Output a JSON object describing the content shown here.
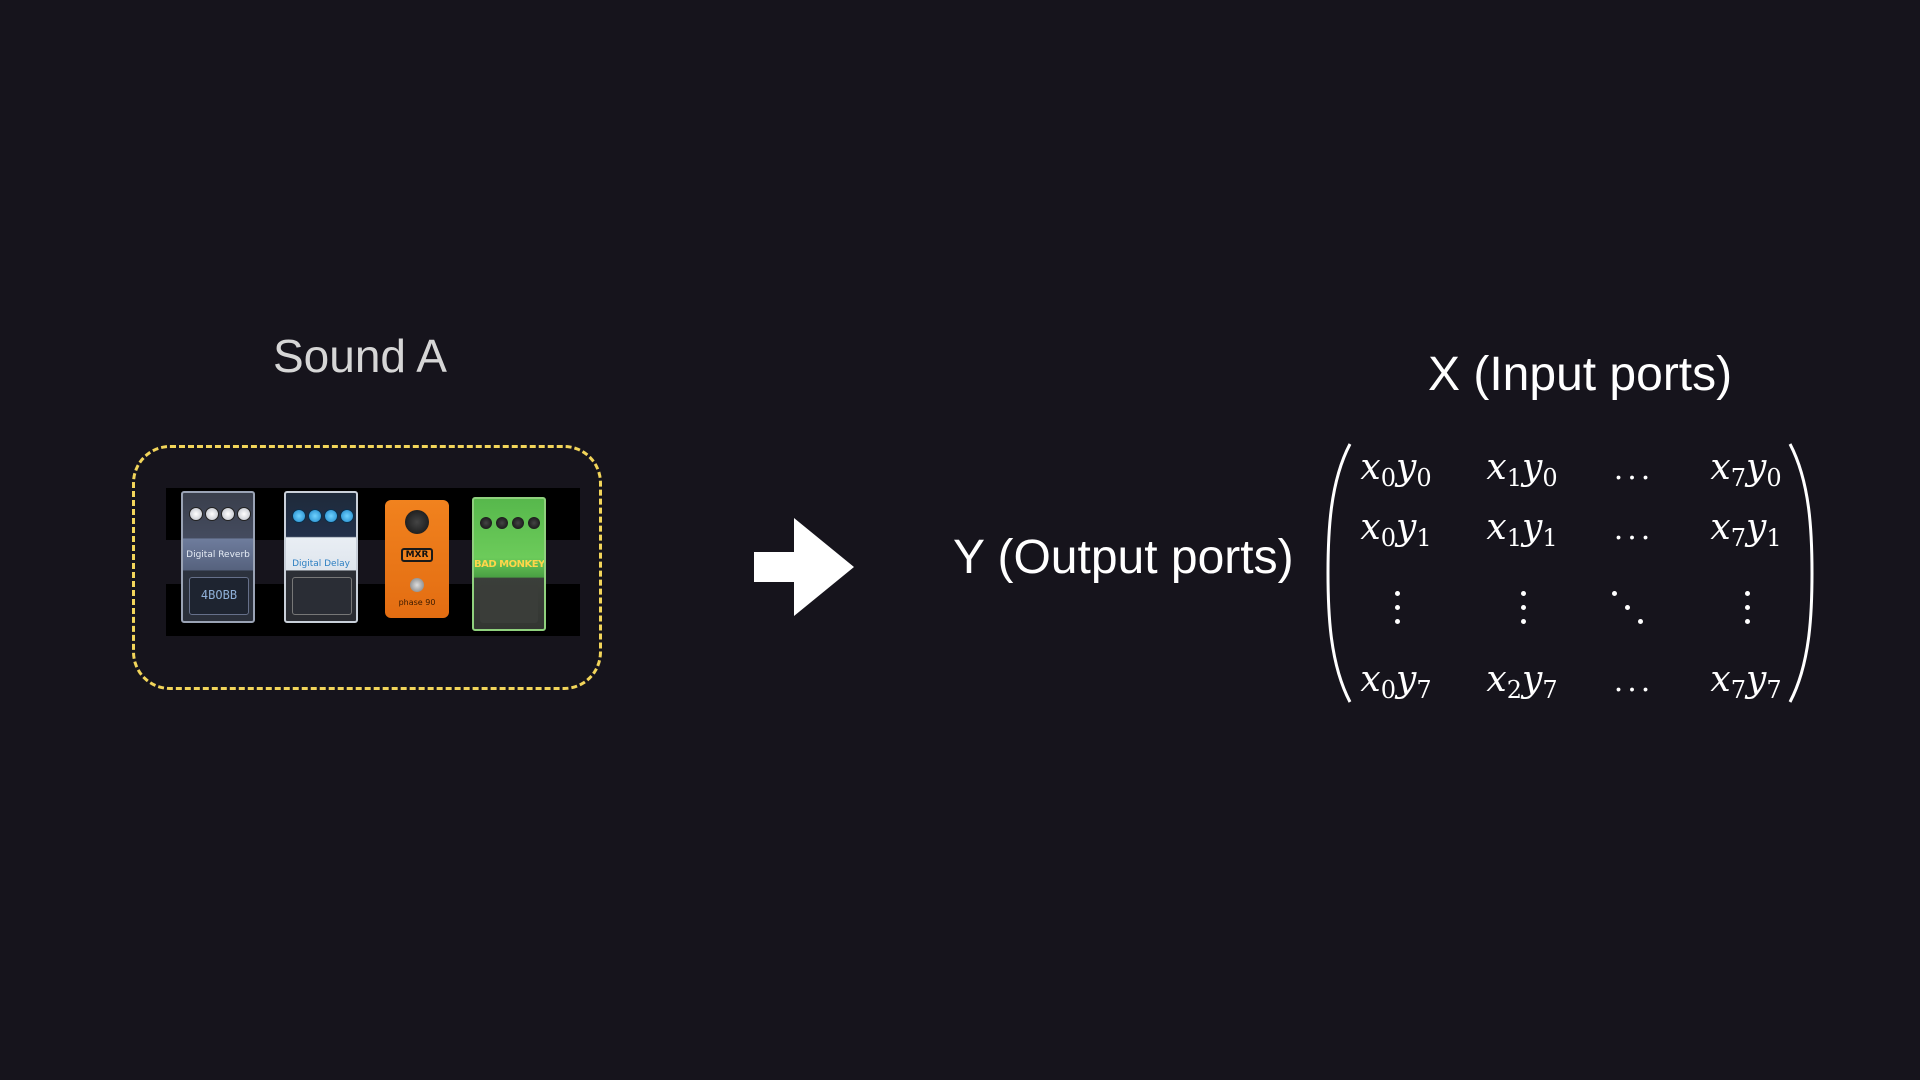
{
  "sound_label": "Sound A",
  "pedals": [
    {
      "name": "Digital Reverb",
      "extra": "4BOBB"
    },
    {
      "name": "Digital Delay"
    },
    {
      "name": "phase 90",
      "brand": "MXR"
    },
    {
      "name": "BAD MONKEY"
    }
  ],
  "output_label": "Y (Output ports)",
  "input_label": "X (Input ports)",
  "matrix": {
    "row0": [
      {
        "x": "x",
        "xi": "0",
        "y": "y",
        "yi": "0"
      },
      {
        "x": "x",
        "xi": "1",
        "y": "y",
        "yi": "0"
      },
      {
        "dots": "..."
      },
      {
        "x": "x",
        "xi": "7",
        "y": "y",
        "yi": "0"
      }
    ],
    "row1": [
      {
        "x": "x",
        "xi": "0",
        "y": "y",
        "yi": "1"
      },
      {
        "x": "x",
        "xi": "1",
        "y": "y",
        "yi": "1"
      },
      {
        "dots": "..."
      },
      {
        "x": "x",
        "xi": "7",
        "y": "y",
        "yi": "1"
      }
    ],
    "row3": [
      {
        "x": "x",
        "xi": "0",
        "y": "y",
        "yi": "7"
      },
      {
        "x": "x",
        "xi": "2",
        "y": "y",
        "yi": "7"
      },
      {
        "dots": "..."
      },
      {
        "x": "x",
        "xi": "7",
        "y": "y",
        "yi": "7"
      }
    ]
  },
  "colors": {
    "background": "#16141c",
    "dashed_border": "#f2d55a",
    "text": "#ffffff"
  }
}
